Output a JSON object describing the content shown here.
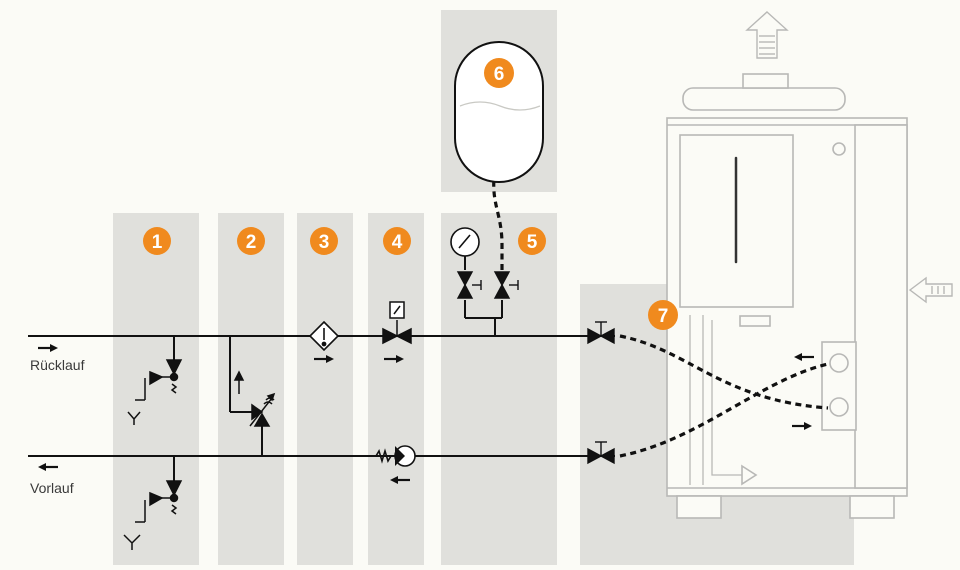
{
  "labels": {
    "return": "Rücklauf",
    "flow": "Vorlauf"
  },
  "badges": [
    "1",
    "2",
    "3",
    "4",
    "5",
    "6",
    "7"
  ],
  "colors": {
    "background": "#fbfbf6",
    "panel": "#e0e0dc",
    "badge": "#f08a1e",
    "line": "#111111",
    "boiler_outline": "#b8b8b6"
  },
  "icons": [
    "flow-arrow-icon",
    "drain-valve-icon",
    "bypass-valve-icon",
    "strainer-icon",
    "solenoid-valve-icon",
    "check-valve-icon",
    "pressure-gauge-icon",
    "expansion-tank-icon",
    "shutoff-valve-icon",
    "exhaust-arrow-icon",
    "air-intake-arrow-icon"
  ]
}
